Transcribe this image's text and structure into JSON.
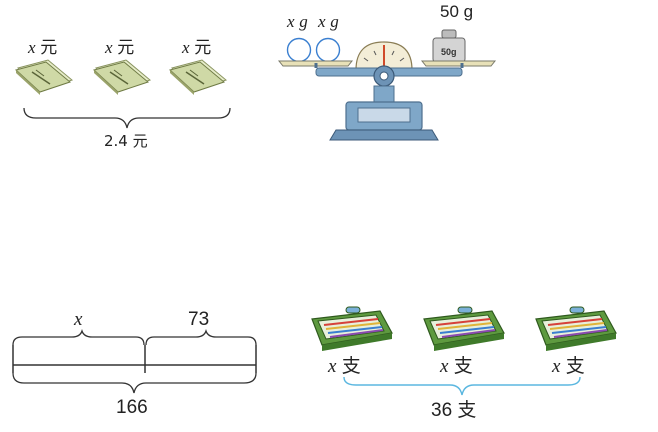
{
  "notebooks": {
    "price_labels": [
      {
        "var": "x",
        "unit": "元"
      },
      {
        "var": "x",
        "unit": "元"
      },
      {
        "var": "x",
        "unit": "元"
      }
    ],
    "total": "2.4 元"
  },
  "balance": {
    "left_labels": [
      {
        "var": "x",
        "unit": "g"
      },
      {
        "var": "x",
        "unit": "g"
      }
    ],
    "weight_label": "50 g",
    "weight_stamp": "50g"
  },
  "segment_diagram": {
    "part_x": "x",
    "part_value": "73",
    "total": "166"
  },
  "pencil_boxes": {
    "count_labels": [
      {
        "var": "x",
        "unit": "支"
      },
      {
        "var": "x",
        "unit": "支"
      },
      {
        "var": "x",
        "unit": "支"
      }
    ],
    "total": "36 支"
  },
  "colors": {
    "notebook_cover": "#cfd9a6",
    "brace_blue": "#5bb7e0",
    "scale_blue": "#7fa7c8",
    "pencil_case_green": "#5e9a3f"
  }
}
